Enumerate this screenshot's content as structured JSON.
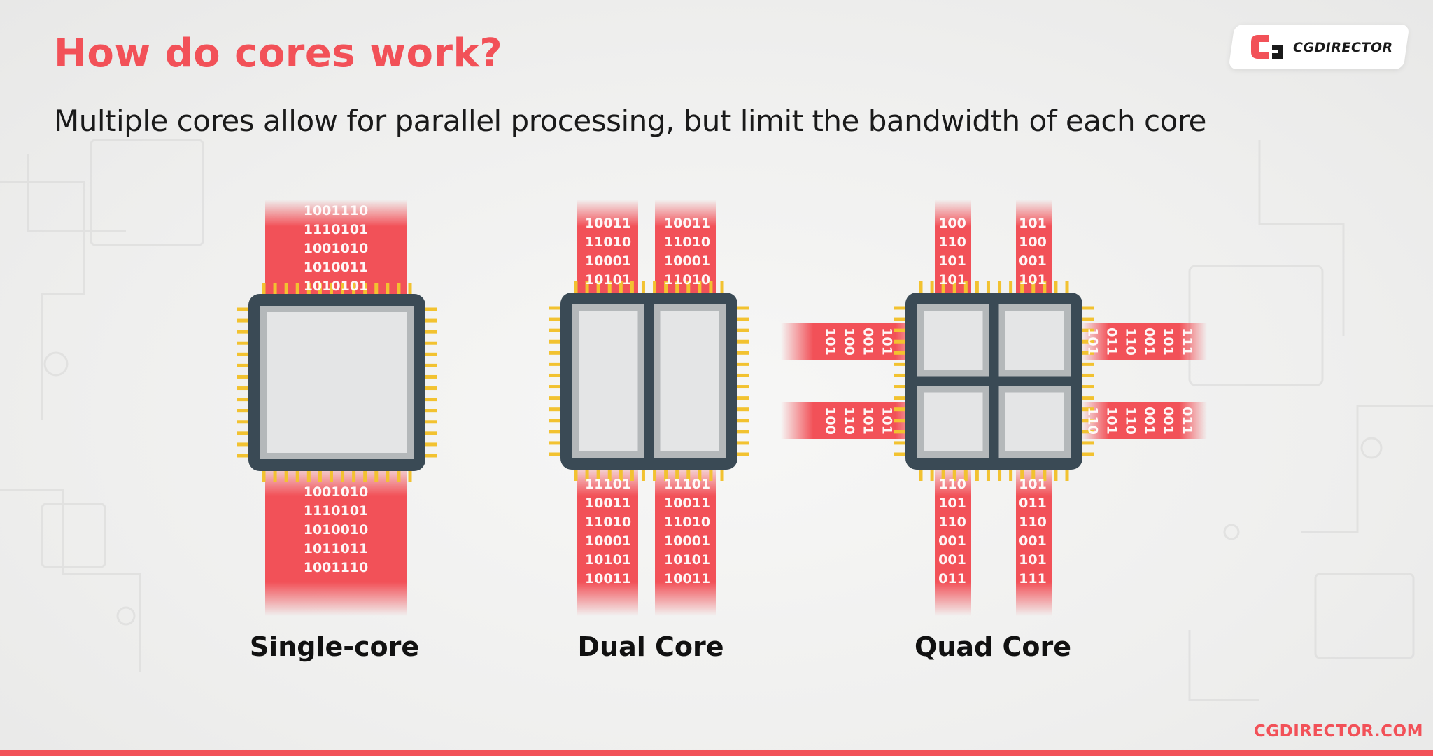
{
  "header": {
    "title": "How do cores work?",
    "subtitle": "Multiple cores allow for parallel processing, but limit the bandwidth of each core"
  },
  "logo": {
    "text": "CGDIRECTOR"
  },
  "footer": {
    "url": "CGDIRECTOR.COM"
  },
  "colors": {
    "accent": "#f25158",
    "chip_body": "#3a4a55",
    "core_face": "#e4e5e6",
    "pin": "#f2c230",
    "data_stream": "#f25158"
  },
  "diagrams": [
    {
      "id": "single",
      "label": "Single-core",
      "cores": 1,
      "top_bits": [
        "1001110",
        "1110101",
        "1001010",
        "1010011",
        "1010101"
      ],
      "bottom_bits": [
        "1001010",
        "1110101",
        "1010010",
        "1011011",
        "1001110"
      ]
    },
    {
      "id": "dual",
      "label": "Dual Core",
      "cores": 2,
      "streams": [
        {
          "top_bits": [
            "10011",
            "11010",
            "10001",
            "10101"
          ],
          "bottom_bits": [
            "11101",
            "10011",
            "11010",
            "10001",
            "10101",
            "10011"
          ]
        },
        {
          "top_bits": [
            "10011",
            "11010",
            "10001",
            "11010"
          ],
          "bottom_bits": [
            "11101",
            "10011",
            "11010",
            "10001",
            "10101",
            "10011"
          ]
        }
      ]
    },
    {
      "id": "quad",
      "label": "Quad Core",
      "cores": 4,
      "top_streams": [
        {
          "bits": [
            "100",
            "110",
            "101",
            "101"
          ]
        },
        {
          "bits": [
            "101",
            "100",
            "001",
            "101"
          ]
        }
      ],
      "bottom_streams": [
        {
          "bits": [
            "110",
            "101",
            "110",
            "001",
            "001",
            "011"
          ]
        },
        {
          "bits": [
            "101",
            "011",
            "110",
            "001",
            "101",
            "111"
          ]
        }
      ],
      "left_streams": [
        {
          "bits": [
            "101",
            "100",
            "001",
            "101"
          ]
        },
        {
          "bits": [
            "100",
            "110",
            "101",
            "101"
          ]
        }
      ],
      "right_streams": [
        {
          "bits": [
            "101",
            "011",
            "110",
            "001",
            "101",
            "111"
          ]
        },
        {
          "bits": [
            "110",
            "101",
            "110",
            "001",
            "001",
            "011"
          ]
        }
      ]
    }
  ]
}
